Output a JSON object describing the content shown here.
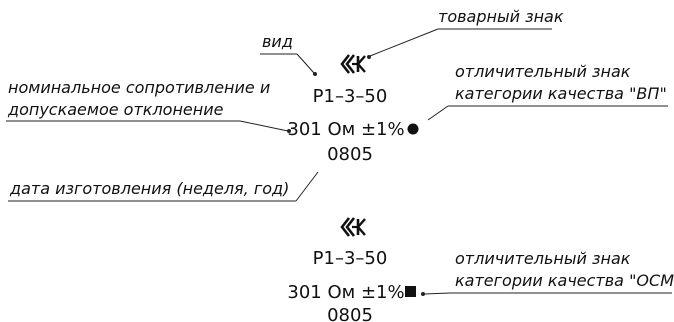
{
  "callouts": {
    "trademark": "товарный знак",
    "type": "вид",
    "nominal_line1": "номинальное сопротивление и",
    "nominal_line2": "допускаемое отклонение",
    "category_vp_line1": "отличительный знак",
    "category_vp_line2": "категории качества \"ВП\"",
    "date": "дата изготовления (неделя, год)",
    "category_osm_line1": "отличительный знак",
    "category_osm_line2": "категории качества \"ОСМ\""
  },
  "marking_top": {
    "trademark_symbol": "«K» trademark glyph",
    "type": "Р1–3–50",
    "value": "301 Ом ±1%",
    "category_symbol": "filled-circle",
    "date": "0805"
  },
  "marking_bottom": {
    "trademark_symbol": "«K» trademark glyph",
    "type": "Р1–3–50",
    "value": "301 Ом ±1%",
    "category_symbol": "filled-square",
    "date": "0805"
  }
}
